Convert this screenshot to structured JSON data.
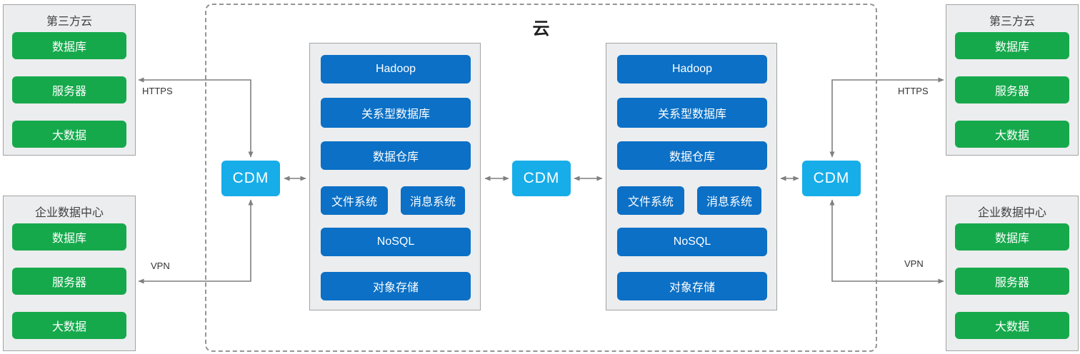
{
  "cloud": {
    "title": "云"
  },
  "cdm": {
    "label": "CDM"
  },
  "outer_boxes": [
    {
      "title": "第三方云",
      "items": [
        "数据库",
        "服务器",
        "大数据"
      ]
    },
    {
      "title": "企业数据中心",
      "items": [
        "数据库",
        "服务器",
        "大数据"
      ]
    },
    {
      "title": "第三方云",
      "items": [
        "数据库",
        "服务器",
        "大数据"
      ]
    },
    {
      "title": "企业数据中心",
      "items": [
        "数据库",
        "服务器",
        "大数据"
      ]
    }
  ],
  "clusters": [
    {
      "items": [
        "Hadoop",
        "关系型数据库",
        "数据仓库",
        "文件系统",
        "消息系统",
        "NoSQL",
        "对象存储"
      ]
    },
    {
      "items": [
        "Hadoop",
        "关系型数据库",
        "数据仓库",
        "文件系统",
        "消息系统",
        "NoSQL",
        "对象存储"
      ]
    }
  ],
  "connection_labels": {
    "left_top": "HTTPS",
    "left_bottom": "VPN",
    "right_top": "HTTPS",
    "right_bottom": "VPN"
  },
  "colors": {
    "green": "#16a94c",
    "blue": "#0b70c6",
    "cyan": "#17ade8",
    "arrow": "#7f7f7f",
    "box_fill": "#ecedee",
    "box_border": "#a3a3a3",
    "dash": "#949494"
  }
}
